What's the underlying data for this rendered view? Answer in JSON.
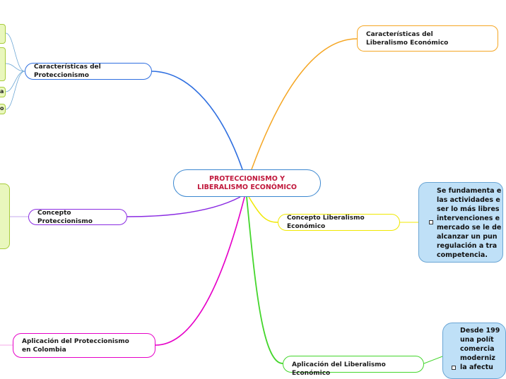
{
  "center": {
    "title": "PROTECCIONISMO Y LIBERALISMO ECONÓMICO"
  },
  "branches": {
    "caracteristicas_liberalismo": "Características del Liberalismo Económico",
    "caracteristicas_proteccionismo": "Características del Proteccionismo",
    "concepto_proteccionismo": "Concepto Proteccionismo",
    "concepto_liberalismo": "Concepto Liberalismo Económico",
    "aplicacion_proteccionismo": "Aplicación del Proteccionismo en Colombia",
    "aplicacion_liberalismo": "Aplicación del Liberalismo Económico"
  },
  "notes": {
    "concepto_liberalismo_lines": [
      "Se fundamenta e",
      "las actividades e",
      "ser lo más libres",
      "intervenciones e",
      "mercado se le de",
      "alcanzar un pun",
      "regulación a tra",
      "competencia."
    ],
    "aplicacion_liberalismo_lines": [
      "Desde 199",
      "una polít",
      "comercia",
      "moderniz",
      "la afectu"
    ]
  },
  "left_fragments": {
    "frag_a": "a",
    "frag_o": "o"
  },
  "colors": {
    "orange": "#f5a623",
    "blue": "#2f6fe0",
    "purple": "#8a2be2",
    "magenta": "#e600c8",
    "yellow": "#f0e800",
    "green": "#44d62c",
    "center_text": "#c0183c"
  }
}
